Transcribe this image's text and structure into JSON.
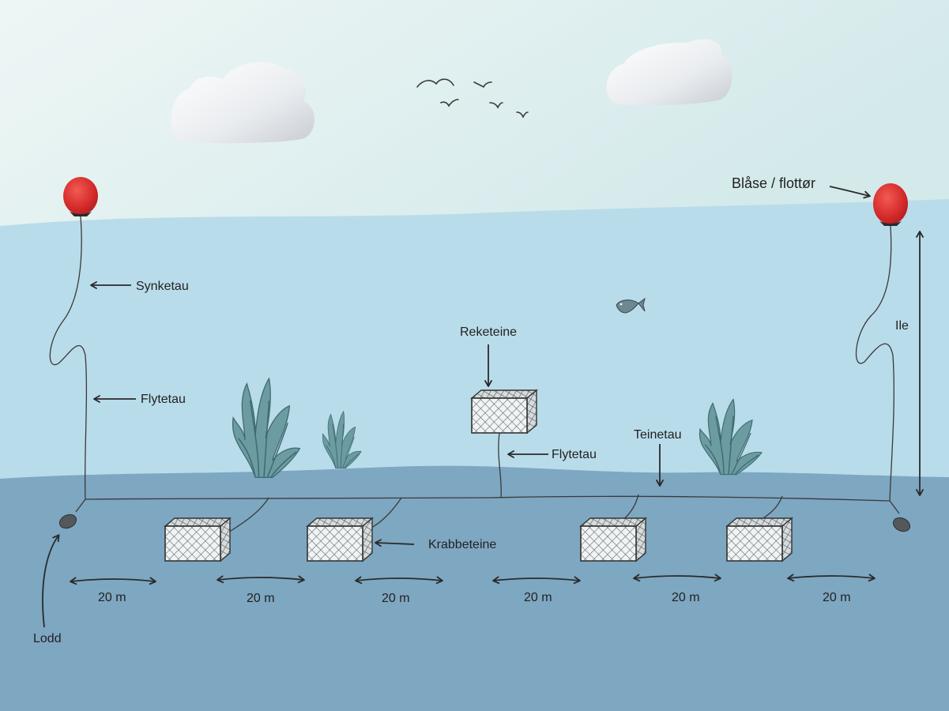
{
  "labels": {
    "synketau": "Synketau",
    "flytetau_left": "Flytetau",
    "reketeine": "Reketeine",
    "flytetau_center": "Flytetau",
    "teinetau": "Teinetau",
    "krabbeteine": "Krabbeteine",
    "blase_flottor": "Blåse / flottør",
    "ile": "Ile",
    "lodd": "Lodd"
  },
  "spacing": [
    "20 m",
    "20 m",
    "20 m",
    "20 m",
    "20 m",
    "20 m"
  ],
  "colors": {
    "sky_top": "#eef6f5",
    "sky_bottom": "#d3e9ea",
    "water": "#b9dcea",
    "seabed": "#7ea7c1",
    "buoy": "#d9302c",
    "seaweed": "#5e8d95",
    "rope": "#3a3a3a"
  },
  "icons": [
    "cloud-icon",
    "bird-icon",
    "fish-icon",
    "buoy-icon",
    "weight-icon",
    "trap-icon",
    "seaweed-icon"
  ]
}
